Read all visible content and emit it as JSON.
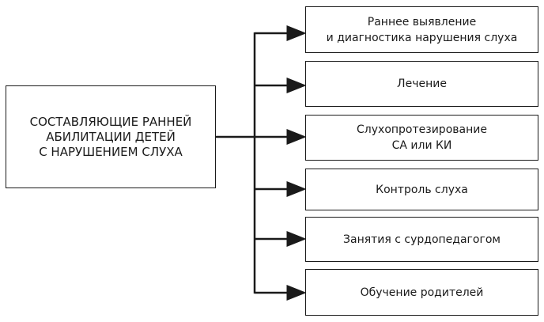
{
  "main_box": {
    "lines": [
      "СОСТАВЛЯЮЩИЕ РАННЕЙ",
      "АБИЛИТАЦИИ ДЕТЕЙ",
      "С НАРУШЕНИЕМ СЛУХА"
    ]
  },
  "items": [
    {
      "lines": [
        "Раннее выявление",
        "и диагностика нарушения слуха"
      ]
    },
    {
      "lines": [
        "Лечение"
      ]
    },
    {
      "lines": [
        "Слухопротезирование",
        "СА или КИ"
      ]
    },
    {
      "lines": [
        "Контроль слуха"
      ]
    },
    {
      "lines": [
        "Занятия с сурдопедагогом"
      ]
    },
    {
      "lines": [
        "Обучение родителей"
      ]
    }
  ]
}
